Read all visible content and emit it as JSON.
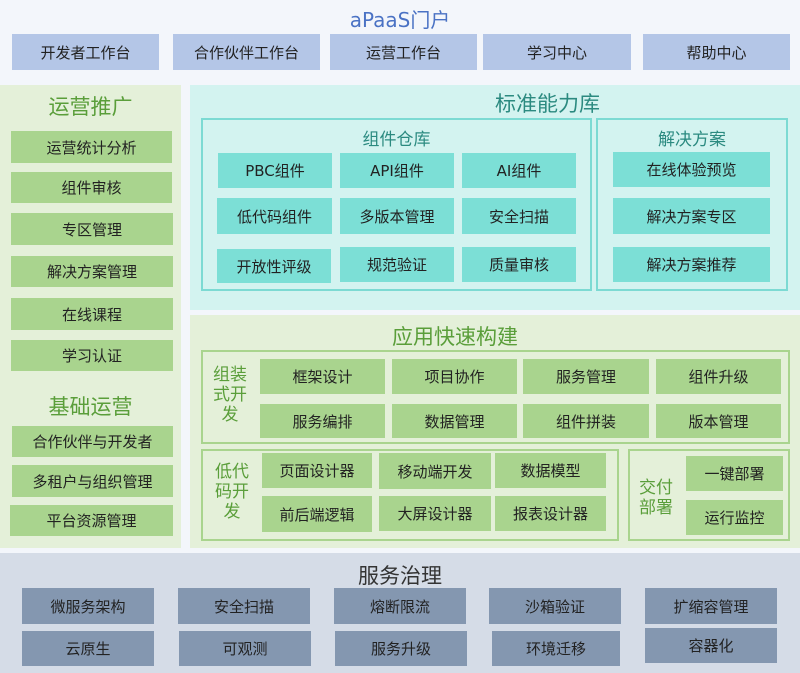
{
  "portal": {
    "title": "aPaaS门户",
    "items": [
      "开发者工作台",
      "合作伙伴工作台",
      "运营工作台",
      "学习中心",
      "帮助中心"
    ]
  },
  "operations_promotion": {
    "title": "运营推广",
    "items": [
      "运营统计分析",
      "组件审核",
      "专区管理",
      "解决方案管理",
      "在线课程",
      "学习认证"
    ]
  },
  "basic_operations": {
    "title": "基础运营",
    "items": [
      "合作伙伴与开发者",
      "多租户与组织管理",
      "平台资源管理"
    ]
  },
  "standard_library": {
    "title": "标准能力库",
    "component_warehouse": {
      "title": "组件仓库",
      "items": [
        "PBC组件",
        "API组件",
        "AI组件",
        "低代码组件",
        "多版本管理",
        "安全扫描",
        "开放性评级",
        "规范验证",
        "质量审核"
      ]
    },
    "solutions": {
      "title": "解决方案",
      "items": [
        "在线体验预览",
        "解决方案专区",
        "解决方案推荐"
      ]
    }
  },
  "app_build": {
    "title": "应用快速构建",
    "assembly_dev": {
      "label": "组装式开发",
      "items": [
        "框架设计",
        "项目协作",
        "服务管理",
        "组件升级",
        "服务编排",
        "数据管理",
        "组件拼装",
        "版本管理"
      ]
    },
    "lowcode_dev": {
      "label": "低代码开发",
      "items": [
        "页面设计器",
        "移动端开发",
        "数据模型",
        "前后端逻辑",
        "大屏设计器",
        "报表设计器"
      ]
    },
    "delivery": {
      "label": "交付部署",
      "items": [
        "一键部署",
        "运行监控"
      ]
    }
  },
  "service_governance": {
    "title": "服务治理",
    "items": [
      "微服务架构",
      "安全扫描",
      "熔断限流",
      "沙箱验证",
      "扩缩容管理",
      "云原生",
      "可观测",
      "服务升级",
      "环境迁移",
      "容器化"
    ]
  },
  "colors": {
    "portal_blue": "#b4c6e7",
    "green_panel": "#e4f0d9",
    "green_box": "#a9d48e",
    "teal_panel": "#d3f3f0",
    "teal_box": "#7cdfd6",
    "slate_panel": "#d5dce7",
    "slate_box": "#8497b0"
  }
}
